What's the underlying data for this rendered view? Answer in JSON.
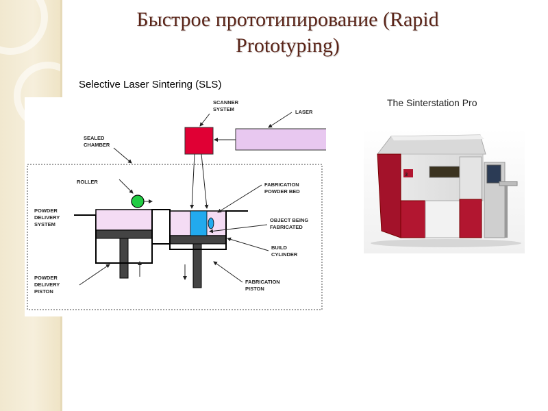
{
  "slide": {
    "title": "Быстрое прототипирование (Rapid Prototyping)",
    "subtitle": "Selective Laser Sintering (SLS)",
    "photo_caption": "The Sinterstation Pro"
  },
  "diagram": {
    "labels": {
      "scanner_system_1": "SCANNER",
      "scanner_system_2": "SYSTEM",
      "laser": "LASER",
      "sealed_chamber_1": "SEALED",
      "sealed_chamber_2": "CHAMBER",
      "roller": "ROLLER",
      "fab_powder_bed_1": "FABRICATION",
      "fab_powder_bed_2": "POWDER BED",
      "powder_delivery_system_1": "POWDER",
      "powder_delivery_system_2": "DELIVERY",
      "powder_delivery_system_3": "SYSTEM",
      "object_being_fabricated_1": "OBJECT BEING",
      "object_being_fabricated_2": "FABRICATED",
      "build_cylinder_1": "BUILD",
      "build_cylinder_2": "CYLINDER",
      "powder_delivery_piston_1": "POWDER",
      "powder_delivery_piston_2": "DELIVERY",
      "powder_delivery_piston_3": "PISTON",
      "fabrication_piston_1": "FABRICATION",
      "fabrication_piston_2": "PISTON"
    },
    "colors": {
      "scanner": "#e00034",
      "laser": "#e8c8f0",
      "powder": "#f4dcf4",
      "object": "#22aaee",
      "roller": "#22cc44",
      "piston": "#444444"
    }
  },
  "photo": {
    "machine_number": "3"
  }
}
